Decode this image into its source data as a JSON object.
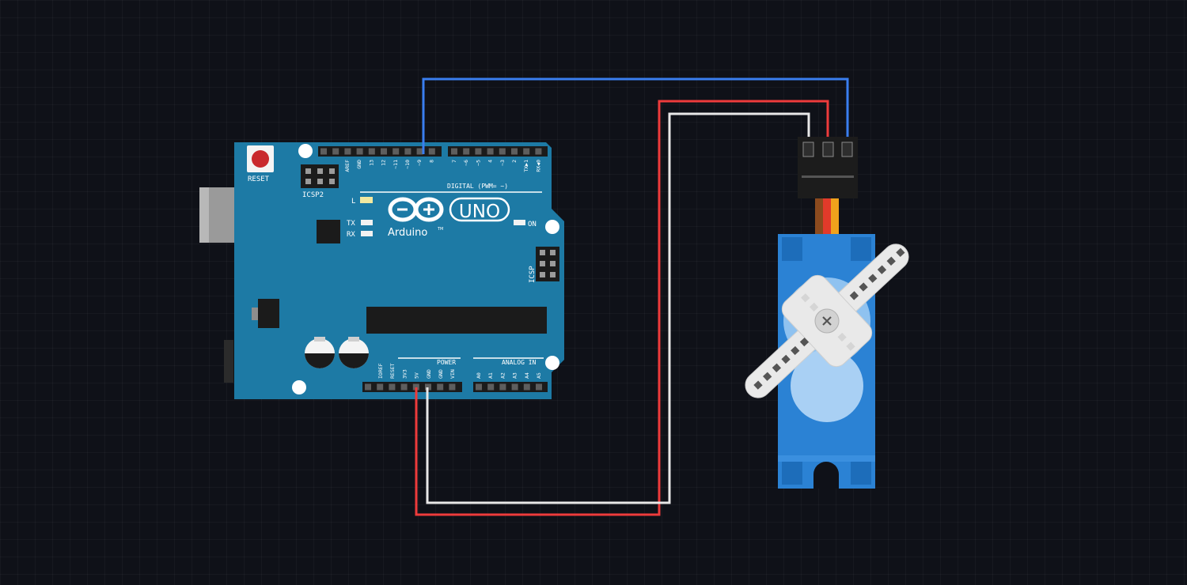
{
  "board": {
    "reset_label": "RESET",
    "icsp2_label": "ICSP2",
    "icsp_label": "ICSP",
    "digital_label": "DIGITAL (PWM= ~)",
    "power_label": "POWER",
    "analog_label": "ANALOG IN",
    "tx_label": "TX",
    "rx_label": "RX",
    "l_label": "L",
    "on_label": "ON",
    "brand": "Arduino",
    "tm": "TM",
    "model": "UNO",
    "digital_pins_left": [
      "AREF",
      "GND",
      "13",
      "12",
      "~11",
      "~10",
      "~9",
      "8"
    ],
    "digital_pins_right": [
      "7",
      "~6",
      "~5",
      "4",
      "~3",
      "2",
      "TX▶1",
      "RX◀0"
    ],
    "power_pins": [
      "IOREF",
      "RESET",
      "3V3",
      "5V",
      "GND",
      "GND",
      "VIN"
    ],
    "analog_pins": [
      "A0",
      "A1",
      "A2",
      "A3",
      "A4",
      "A5"
    ]
  },
  "colors": {
    "board": "#1d7aa5",
    "wire_signal": "#3a7ef0",
    "wire_power": "#ee3b3b",
    "wire_ground": "#e8e8e8",
    "servo_body": "#2b82d4"
  },
  "wires": [
    {
      "name": "signal-wire",
      "from": "~9",
      "to": "servo-signal",
      "color": "#3a7ef0"
    },
    {
      "name": "power-wire",
      "from": "5V",
      "to": "servo-power",
      "color": "#ee3b3b"
    },
    {
      "name": "ground-wire",
      "from": "GND",
      "to": "servo-ground",
      "color": "#e8e8e8"
    }
  ]
}
